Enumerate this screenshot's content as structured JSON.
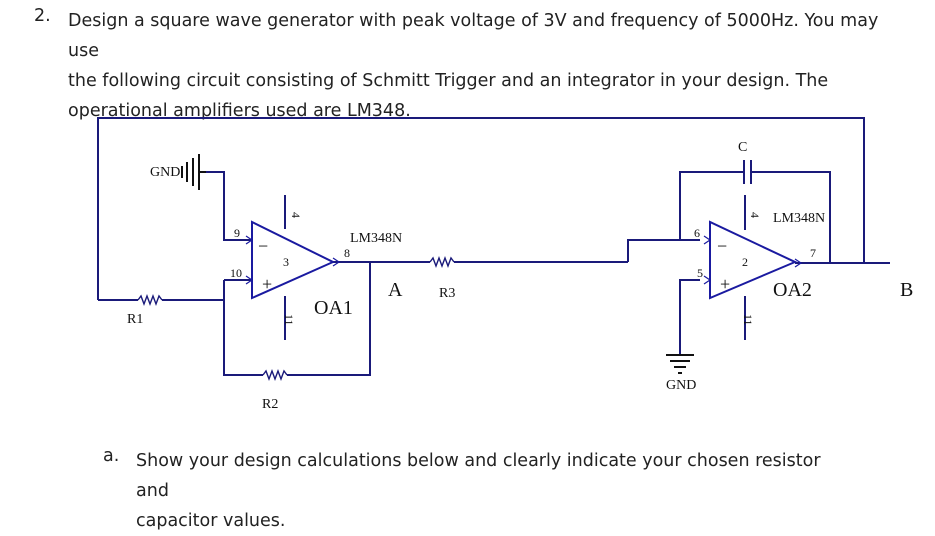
{
  "question": {
    "number": "2.",
    "line1": "Design a square wave generator with peak voltage of 3V and frequency of 5000Hz. You may use",
    "line2": "the following circuit consisting of Schmitt Trigger and an integrator in your design.  The",
    "line3": "operational amplifiers used are LM348."
  },
  "subquestion": {
    "letter": "a.",
    "line1": "Show your design calculations below and clearly indicate your chosen resistor and",
    "line2": "capacitor values."
  },
  "circuit": {
    "gnd_left": "GND",
    "gnd_right": "GND",
    "r1": "R1",
    "r2": "R2",
    "r3": "R3",
    "cap": "C",
    "oa1_part": "LM348N",
    "oa2_part": "LM348N",
    "oa1_name": "OA1",
    "oa2_name": "OA2",
    "node_a": "A",
    "node_b": "B",
    "oa1_pin_inv": "9",
    "oa1_pin_noninv": "10",
    "oa1_pin_out": "8",
    "oa1_pin_vplus": "4",
    "oa1_pin_vminus": "11",
    "oa1_pin_unit": "3",
    "oa2_pin_inv": "6",
    "oa2_pin_noninv": "5",
    "oa2_pin_out": "7",
    "oa2_pin_vplus": "4",
    "oa2_pin_vminus": "11",
    "oa2_pin_unit": "2",
    "minus_sign": "−",
    "plus_sign": "+"
  }
}
